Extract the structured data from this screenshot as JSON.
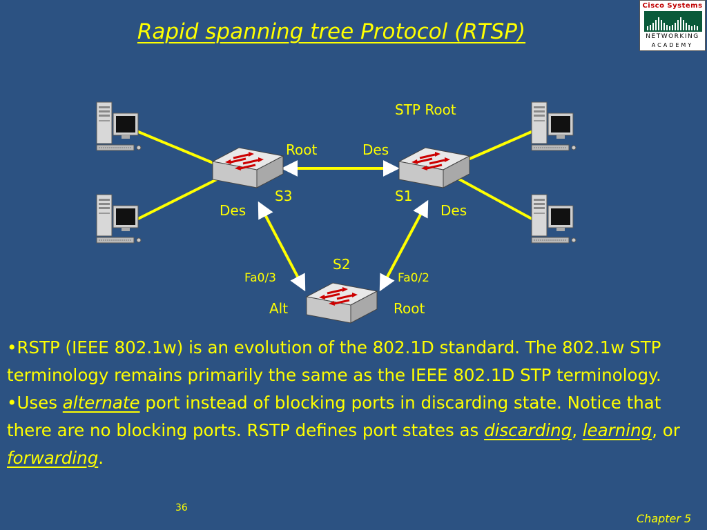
{
  "title": "Rapid spanning tree  Protocol (RTSP)",
  "logo": {
    "brand": "Cisco Systems",
    "line1": "NETWORKING",
    "line2": "ACADEMY"
  },
  "diagram": {
    "stp_root_label": "STP Root",
    "switches": {
      "s1": "S1",
      "s2": "S2",
      "s3": "S3"
    },
    "ports": {
      "s3_to_s1": "Root",
      "s1_to_s3": "Des",
      "s3_to_s2": "Des",
      "s1_to_s2": "Des",
      "s2_fa03": "Fa0/3",
      "s2_fa02": "Fa0/2",
      "s2_alt": "Alt",
      "s2_root": "Root"
    }
  },
  "bullets": {
    "b1": "•RSTP (IEEE 802.1w) is an evolution of the 802.1D standard. The 802.1w STP terminology remains primarily the same as the IEEE 802.1D STP terminology.",
    "b2_pre": "•Uses ",
    "b2_alternate": "alternate",
    "b2_mid": " port instead of blocking ports in discarding state. Notice that there are no blocking ports. RSTP defines port states as ",
    "b2_discarding": "discarding",
    "b2_comma": ", ",
    "b2_learning": "learning",
    "b2_or": ", or ",
    "b2_forwarding": "forwarding",
    "b2_end": "."
  },
  "slide_number": "36",
  "chapter": "Chapter 5",
  "colors": {
    "background": "#2c5282",
    "text": "#ffff00",
    "switch_arrow": "#cc0000"
  }
}
